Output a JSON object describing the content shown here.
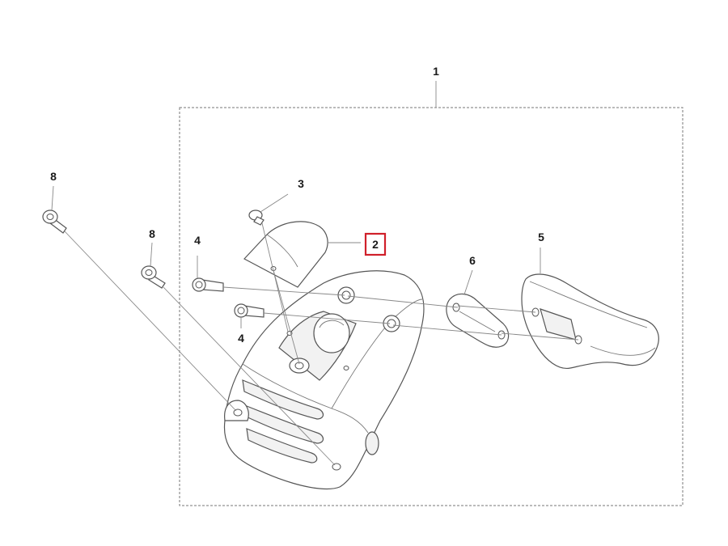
{
  "diagram": {
    "callouts": [
      {
        "id": "1",
        "label": "1"
      },
      {
        "id": "2",
        "label": "2",
        "highlighted": true
      },
      {
        "id": "3",
        "label": "3"
      },
      {
        "id": "4a",
        "label": "4"
      },
      {
        "id": "4b",
        "label": "4"
      },
      {
        "id": "5",
        "label": "5"
      },
      {
        "id": "6",
        "label": "6"
      },
      {
        "id": "8a",
        "label": "8"
      },
      {
        "id": "8b",
        "label": "8"
      }
    ],
    "highlight_color": "#d0202a",
    "line_color": "#555555"
  }
}
